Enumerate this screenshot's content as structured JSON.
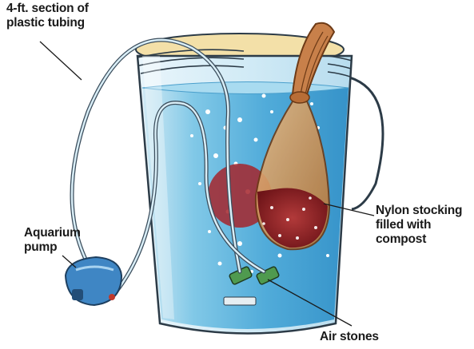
{
  "labels": {
    "tubing": [
      "4-ft. section of",
      "plastic tubing"
    ],
    "pump": [
      "Aquarium",
      "pump"
    ],
    "stocking": [
      "Nylon stocking",
      "filled with",
      "compost"
    ],
    "stones": [
      "Air stones"
    ]
  },
  "colors": {
    "water": "#5fb6dc",
    "water_deep": "#2f8fc7",
    "pump": "#3f86c4",
    "compost": "#8c1f24",
    "stocking": "#c98a4a",
    "tube": "#3b4d5c",
    "airstone": "#4f9a4f"
  }
}
